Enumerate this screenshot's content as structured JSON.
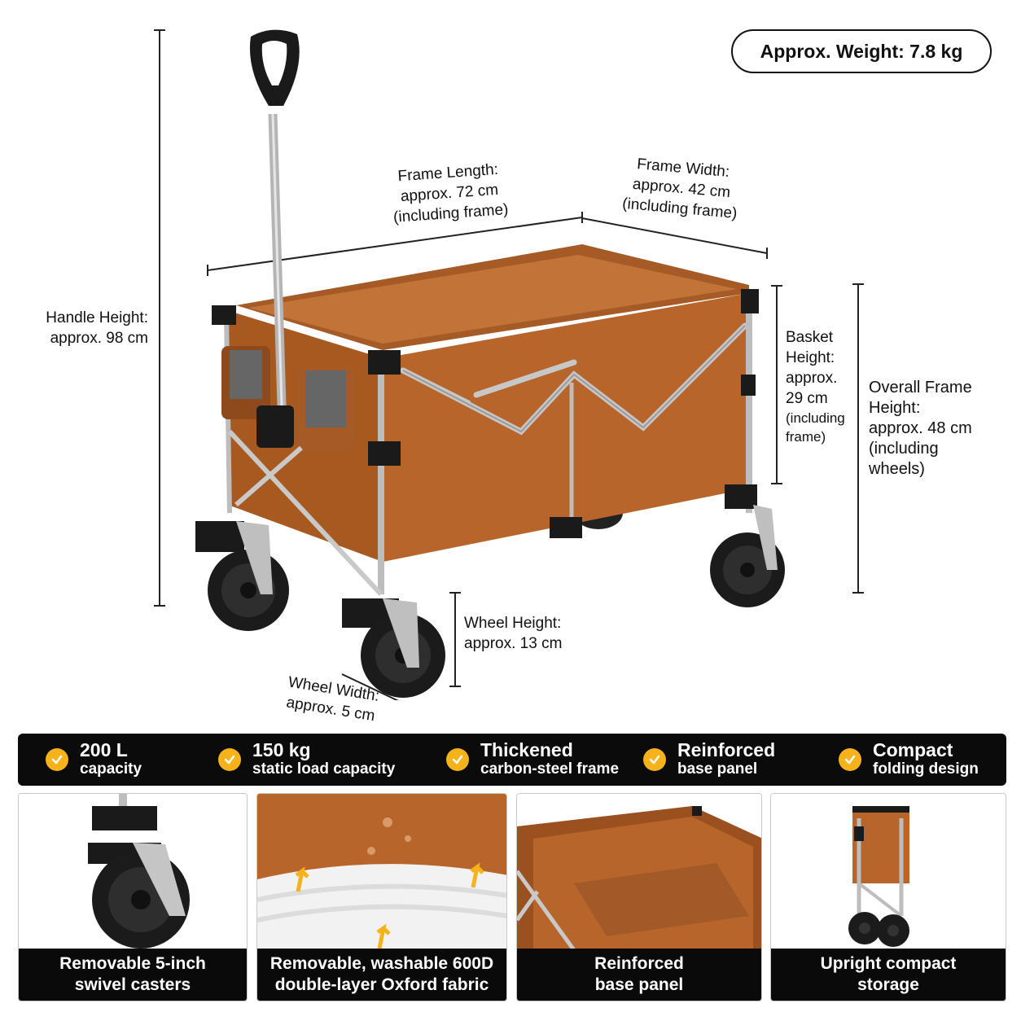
{
  "weight_label": "Approx. Weight: 7.8 kg",
  "dimensions": {
    "handle_height": {
      "title": "Handle Height:",
      "value": "approx. 98 cm"
    },
    "frame_length": {
      "title": "Frame Length:",
      "value": "approx. 72 cm",
      "note": "(including frame)"
    },
    "frame_width": {
      "title": "Frame Width:",
      "value": "approx. 42 cm",
      "note": "(including frame)"
    },
    "basket_height": {
      "line1": "Basket",
      "line2": "Height:",
      "line3": "approx.",
      "line4": "29 cm",
      "line5": "(including",
      "line6": "frame)"
    },
    "overall_height": {
      "line1": "Overall Frame",
      "line2": "Height:",
      "line3": "approx. 48 cm",
      "line4": "(including",
      "line5": "wheels)"
    },
    "wheel_height": {
      "title": "Wheel Height:",
      "value": "approx. 13 cm"
    },
    "wheel_width": {
      "title": "Wheel Width:",
      "value": "approx. 5 cm"
    }
  },
  "features": [
    {
      "title": "200 L",
      "sub": "capacity"
    },
    {
      "title": "150 kg",
      "sub": "static load capacity"
    },
    {
      "title": "Thickened",
      "sub": "carbon-steel frame"
    },
    {
      "title": "Reinforced",
      "sub": "base panel"
    },
    {
      "title": "Compact",
      "sub": "folding design"
    }
  ],
  "panels": [
    {
      "line1": "Removable 5-inch",
      "line2": "swivel casters"
    },
    {
      "line1": "Removable, washable 600D",
      "line2": "double-layer Oxford fabric"
    },
    {
      "line1": "Reinforced",
      "line2": "base panel"
    },
    {
      "line1": "Upright compact",
      "line2": "storage"
    }
  ],
  "colors": {
    "fabric": "#b8652c",
    "fabric_dark": "#8f4a1c",
    "accent": "#f6b21a",
    "bar": "#0b0b0b"
  }
}
